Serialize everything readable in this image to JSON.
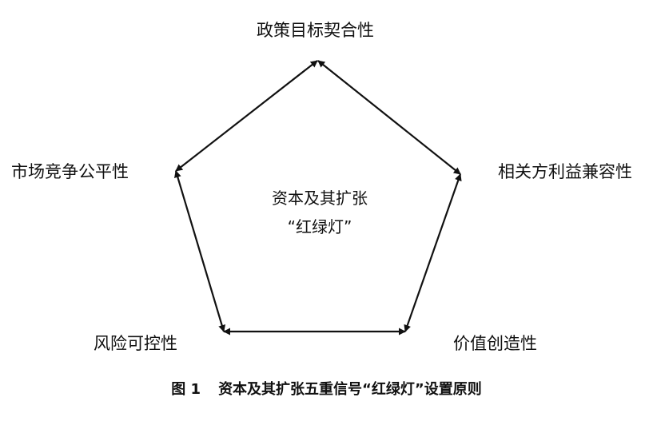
{
  "nodes": {
    "top": "政策目标契合性",
    "right": "相关方利益兼容性",
    "bottom_right": "价值创造性",
    "bottom_left": "风险可控性",
    "left": "市场竞争公平性"
  },
  "center": {
    "line1": "资本及其扩张",
    "line2": "“红绿灯”"
  },
  "caption": {
    "label": "图 1",
    "text": "资本及其扩张五重信号“红绿灯”设置原则"
  },
  "colors": {
    "stroke": "#111111",
    "text": "#111111",
    "background": "#ffffff"
  }
}
